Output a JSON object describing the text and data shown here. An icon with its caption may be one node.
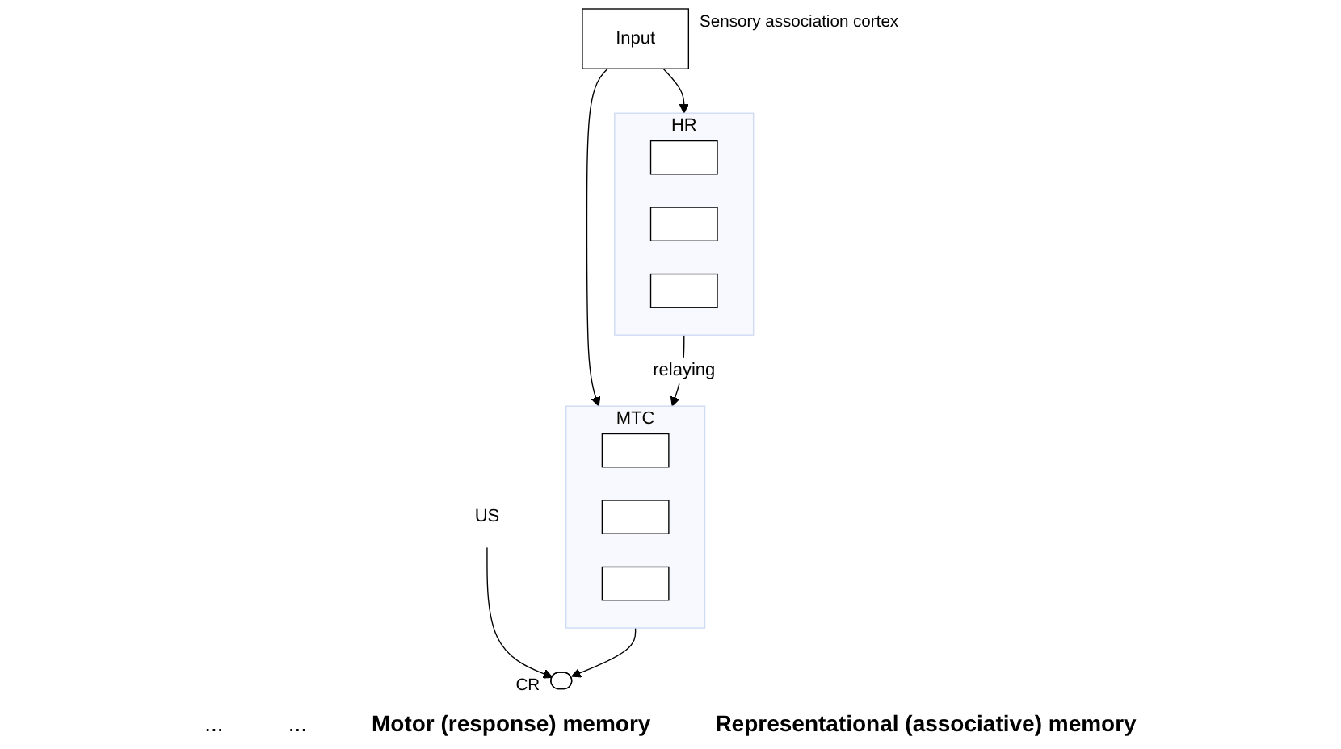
{
  "diagram": {
    "nodes": [
      {
        "text": [
          "Input"
        ],
        "beside": [
          "Sensory association cortex"
        ]
      },
      {
        "text": [
          "MTC"
        ]
      },
      {
        "text": [],
        "shape": "box",
        "in": 1
      },
      {
        "text": [],
        "shape": "box",
        "in": 1
      },
      {
        "text": [],
        "shape": "box",
        "in": 1
      },
      {
        "text": [
          "HR"
        ]
      },
      {
        "text": [],
        "shape": "box",
        "in": 5
      },
      {
        "text": [],
        "shape": "box",
        "in": 5
      },
      {
        "text": [],
        "shape": "box",
        "in": 5
      },
      {
        "text": [],
        "shape": "oval",
        "beside": [
          "CR"
        ]
      },
      {
        "text": [
          "US"
        ]
      }
    ],
    "edges": [
      {
        "from": 0,
        "to": 1,
        "arrow": "to"
      },
      {
        "from": 0,
        "to": 5,
        "arrow": "to"
      },
      {
        "from": 5,
        "to": 1,
        "arrow": "to",
        "label": "relaying"
      },
      {
        "from": 1,
        "to": 9,
        "arrow": "to"
      },
      {
        "from": 10,
        "to": 9,
        "arrow": "to"
      }
    ],
    "labels": [
      "...",
      "...",
      "Motor (response) memory",
      "Representational (associative) memory"
    ]
  }
}
